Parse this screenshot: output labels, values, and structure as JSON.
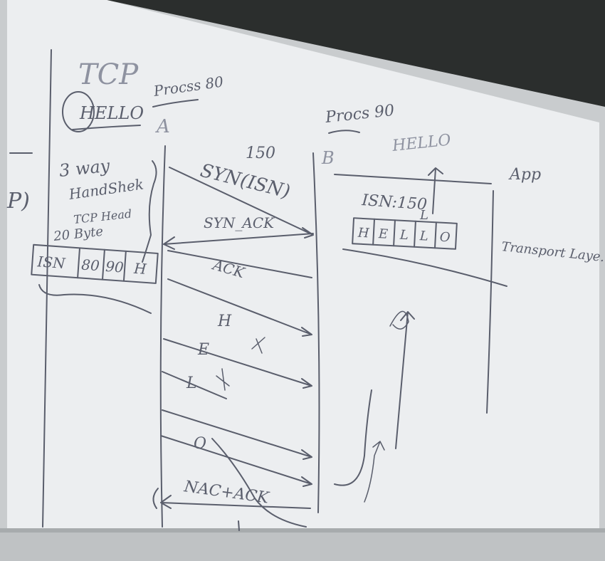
{
  "board": {
    "frame_color": "#2b2e2d",
    "surface_color": "#eef0f1",
    "ink_color": "#5a5e6c"
  },
  "left_notes": {
    "tcp_label": "TCP",
    "hello_label": "HELLO",
    "process_a_label": "Procss 80",
    "host_a_label": "A",
    "handshake_label_1": "3 way",
    "handshake_label_2": "HandShek",
    "tcp_header_label_1": "TCP Head",
    "tcp_header_label_2": "20 Byte",
    "paren_fragment": "P)",
    "header_cells": [
      "ISN",
      "80",
      "90",
      "H"
    ]
  },
  "sequence": {
    "seq_number": "150",
    "syn_label": "SYN(ISN)",
    "synack_label": "SYN_ACK",
    "ack_label": "ACK",
    "h_label": "H",
    "e_label": "E",
    "l_label": "L",
    "o_label": "O",
    "nack_label": "NAC+ACK"
  },
  "right_notes": {
    "process_b_label": "Procs 90",
    "hello_label": "HELLO",
    "host_b_label": "B",
    "isn_label": "ISN:150",
    "l_note": "L",
    "buffer_cells": [
      "H",
      "E",
      "L",
      "L",
      "O"
    ],
    "app_label": "App",
    "transport_label": "Transport Laye."
  }
}
